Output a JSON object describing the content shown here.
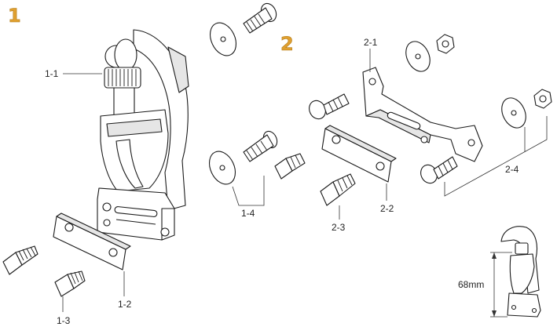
{
  "group_labels": [
    "1",
    "2"
  ],
  "part_labels": {
    "p1_1": "1-1",
    "p1_2": "1-2",
    "p1_3": "1-3",
    "p1_4": "1-4",
    "p2_1": "2-1",
    "p2_2": "2-2",
    "p2_3": "2-3",
    "p2_4": "2-4"
  },
  "dimension": "68mm",
  "colors": {
    "group_number": "#e0a030",
    "line": "#1a1a1a"
  }
}
